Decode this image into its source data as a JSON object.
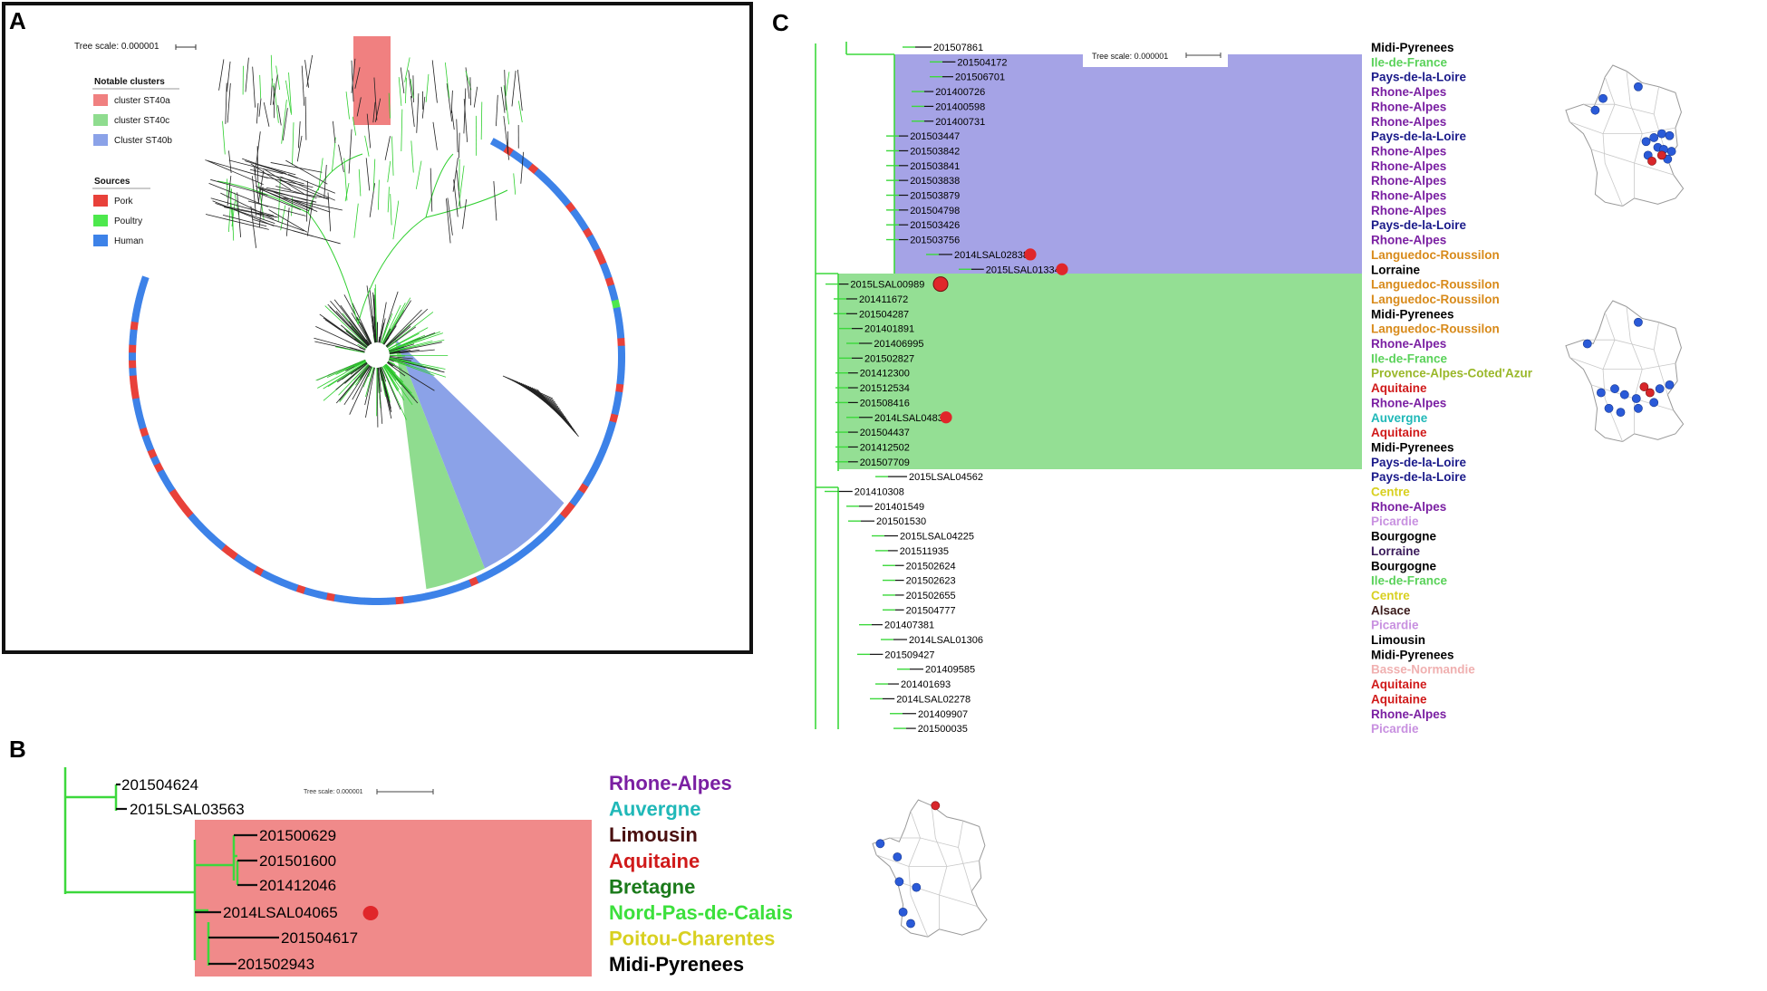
{
  "panel_letters": [
    "A",
    "B",
    "C"
  ],
  "panelA": {
    "scale_text": "Tree scale: 0.000001",
    "clusters_title": "Notable clusters",
    "clusters": [
      {
        "label": "cluster ST40a",
        "color": "#f08080"
      },
      {
        "label": "cluster ST40c",
        "color": "#8fdc8f"
      },
      {
        "label": "Cluster ST40b",
        "color": "#8ba2e8"
      }
    ],
    "sources_title": "Sources",
    "sources": [
      {
        "label": "Pork",
        "color": "#e8413a"
      },
      {
        "label": "Poultry",
        "color": "#4de84d"
      },
      {
        "label": "Human",
        "color": "#3d82e8"
      }
    ]
  },
  "panelB": {
    "scale_text": "Tree scale: 0.000001",
    "highlight_color": "#f08a8a",
    "leaves": [
      "201504624",
      "2015LSAL03563",
      "201500629",
      "201501600",
      "201412046",
      "2014LSAL04065",
      "201504617",
      "201502943"
    ],
    "regions": [
      {
        "name": "Rhone-Alpes",
        "color": "#7a1fa2"
      },
      {
        "name": "Auvergne",
        "color": "#20b8b8"
      },
      {
        "name": "Limousin",
        "color": "#4a1010"
      },
      {
        "name": "Aquitaine",
        "color": "#d01a1a"
      },
      {
        "name": "Bretagne",
        "color": "#1a7a1a"
      },
      {
        "name": "Nord-Pas-de-Calais",
        "color": "#3ce03c"
      },
      {
        "name": "Poitou-Charentes",
        "color": "#d8d020"
      },
      {
        "name": "Midi-Pyrenees",
        "color": "#000000"
      }
    ]
  },
  "panelC": {
    "scale_text": "Tree scale: 0.000001",
    "purple_color": "#a5a3e6",
    "green_color": "#94df94",
    "leaves": [
      "201507861",
      "201504172",
      "201506701",
      "201400726",
      "201400598",
      "201400731",
      "201503447",
      "201503842",
      "201503841",
      "201503838",
      "201503879",
      "201504798",
      "201503426",
      "201503756",
      "2014LSAL02838",
      "2015LSAL01334",
      "2015LSAL00989",
      "201411672",
      "201504287",
      "201401891",
      "201406995",
      "201502827",
      "201412300",
      "201512534",
      "201508416",
      "2014LSAL04833",
      "201504437",
      "201412502",
      "201507709",
      "2015LSAL04562",
      "201410308",
      "201401549",
      "201501530",
      "2015LSAL04225",
      "201511935",
      "201502624",
      "201502623",
      "201502655",
      "201504777",
      "201407381",
      "2014LSAL01306",
      "201509427",
      "201409585",
      "201401693",
      "2014LSAL02278",
      "201409907",
      "201500035"
    ],
    "regions": [
      {
        "name": "Midi-Pyrenees",
        "color": "#000000"
      },
      {
        "name": "Ile-de-France",
        "color": "#5ad25a"
      },
      {
        "name": "Pays-de-la-Loire",
        "color": "#1a1a8a"
      },
      {
        "name": "Rhone-Alpes",
        "color": "#7a1fa2"
      },
      {
        "name": "Rhone-Alpes",
        "color": "#7a1fa2"
      },
      {
        "name": "Rhone-Alpes",
        "color": "#7a1fa2"
      },
      {
        "name": "Pays-de-la-Loire",
        "color": "#1a1a8a"
      },
      {
        "name": "Rhone-Alpes",
        "color": "#7a1fa2"
      },
      {
        "name": "Rhone-Alpes",
        "color": "#7a1fa2"
      },
      {
        "name": "Rhone-Alpes",
        "color": "#7a1fa2"
      },
      {
        "name": "Rhone-Alpes",
        "color": "#7a1fa2"
      },
      {
        "name": "Rhone-Alpes",
        "color": "#7a1fa2"
      },
      {
        "name": "Pays-de-la-Loire",
        "color": "#1a1a8a"
      },
      {
        "name": "Rhone-Alpes",
        "color": "#7a1fa2"
      },
      {
        "name": "Languedoc-Roussilon",
        "color": "#d88a1a"
      },
      {
        "name": "Lorraine",
        "color": "#000000"
      },
      {
        "name": "Languedoc-Roussilon",
        "color": "#d88a1a"
      },
      {
        "name": "Languedoc-Roussilon",
        "color": "#d88a1a"
      },
      {
        "name": "Midi-Pyrenees",
        "color": "#000000"
      },
      {
        "name": "Languedoc-Roussilon",
        "color": "#d88a1a"
      },
      {
        "name": "Rhone-Alpes",
        "color": "#7a1fa2"
      },
      {
        "name": "Ile-de-France",
        "color": "#5ad25a"
      },
      {
        "name": "Provence-Alpes-Coted'Azur",
        "color": "#9ab82a"
      },
      {
        "name": "Aquitaine",
        "color": "#d01a1a"
      },
      {
        "name": "Rhone-Alpes",
        "color": "#7a1fa2"
      },
      {
        "name": "Auvergne",
        "color": "#20b8b8"
      },
      {
        "name": "Aquitaine",
        "color": "#d01a1a"
      },
      {
        "name": "Midi-Pyrenees",
        "color": "#000000"
      },
      {
        "name": "Pays-de-la-Loire",
        "color": "#1a1a8a"
      },
      {
        "name": "Pays-de-la-Loire",
        "color": "#1a1a8a"
      },
      {
        "name": "Centre",
        "color": "#d8d020"
      },
      {
        "name": "Rhone-Alpes",
        "color": "#7a1fa2"
      },
      {
        "name": "Picardie",
        "color": "#c890e0"
      },
      {
        "name": "Bourgogne",
        "color": "#000000"
      },
      {
        "name": "Lorraine",
        "color": "#3a1a5a"
      },
      {
        "name": "Bourgogne",
        "color": "#000000"
      },
      {
        "name": "Ile-de-France",
        "color": "#5ad25a"
      },
      {
        "name": "Centre",
        "color": "#d8d020"
      },
      {
        "name": "Alsace",
        "color": "#3a1a1a"
      },
      {
        "name": "Picardie",
        "color": "#c890e0"
      },
      {
        "name": "Limousin",
        "color": "#000000"
      },
      {
        "name": "Midi-Pyrenees",
        "color": "#000000"
      },
      {
        "name": "Basse-Normandie",
        "color": "#f0b0b0"
      },
      {
        "name": "Aquitaine",
        "color": "#d01a1a"
      },
      {
        "name": "Aquitaine",
        "color": "#d01a1a"
      },
      {
        "name": "Rhone-Alpes",
        "color": "#7a1fa2"
      },
      {
        "name": "Picardie",
        "color": "#c890e0"
      }
    ]
  }
}
